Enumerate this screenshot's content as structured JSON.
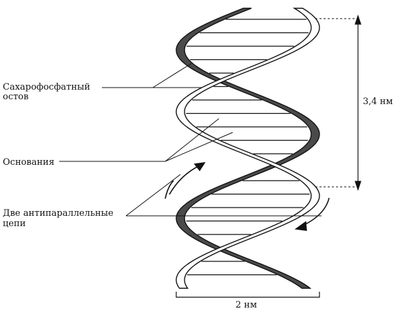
{
  "labels": {
    "backbone_line1": "Сахарофосфатный",
    "backbone_line2": "остов",
    "bases": "Основания",
    "strands_line1": "Две антипараллельные",
    "strands_line2": "цепи",
    "pitch": "3,4 нм",
    "width": "2 нм"
  },
  "colors": {
    "ink": "#111111",
    "strand_dark": "#4a4a4a",
    "strand_light": "#ffffff"
  }
}
